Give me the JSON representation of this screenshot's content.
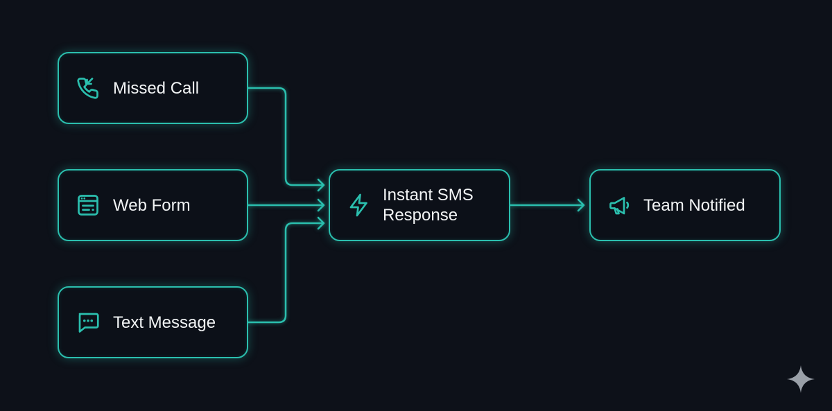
{
  "nodes": {
    "missed_call": {
      "label": "Missed Call",
      "icon": "phone-missed-icon"
    },
    "web_form": {
      "label": "Web Form",
      "icon": "web-form-icon"
    },
    "text_message": {
      "label": "Text Message",
      "icon": "chat-bubble-icon"
    },
    "instant_sms": {
      "label_line1": "Instant SMS",
      "label_line2": "Response",
      "icon": "lightning-icon"
    },
    "team_notified": {
      "label": "Team Notified",
      "icon": "megaphone-icon"
    }
  },
  "edges": [
    {
      "from": "Missed Call",
      "to": "Instant SMS Response"
    },
    {
      "from": "Web Form",
      "to": "Instant SMS Response"
    },
    {
      "from": "Text Message",
      "to": "Instant SMS Response"
    },
    {
      "from": "Instant SMS Response",
      "to": "Team Notified"
    }
  ],
  "colors": {
    "accent": "#2bbfae",
    "background": "#0d1119",
    "text": "#f2f4f5"
  }
}
